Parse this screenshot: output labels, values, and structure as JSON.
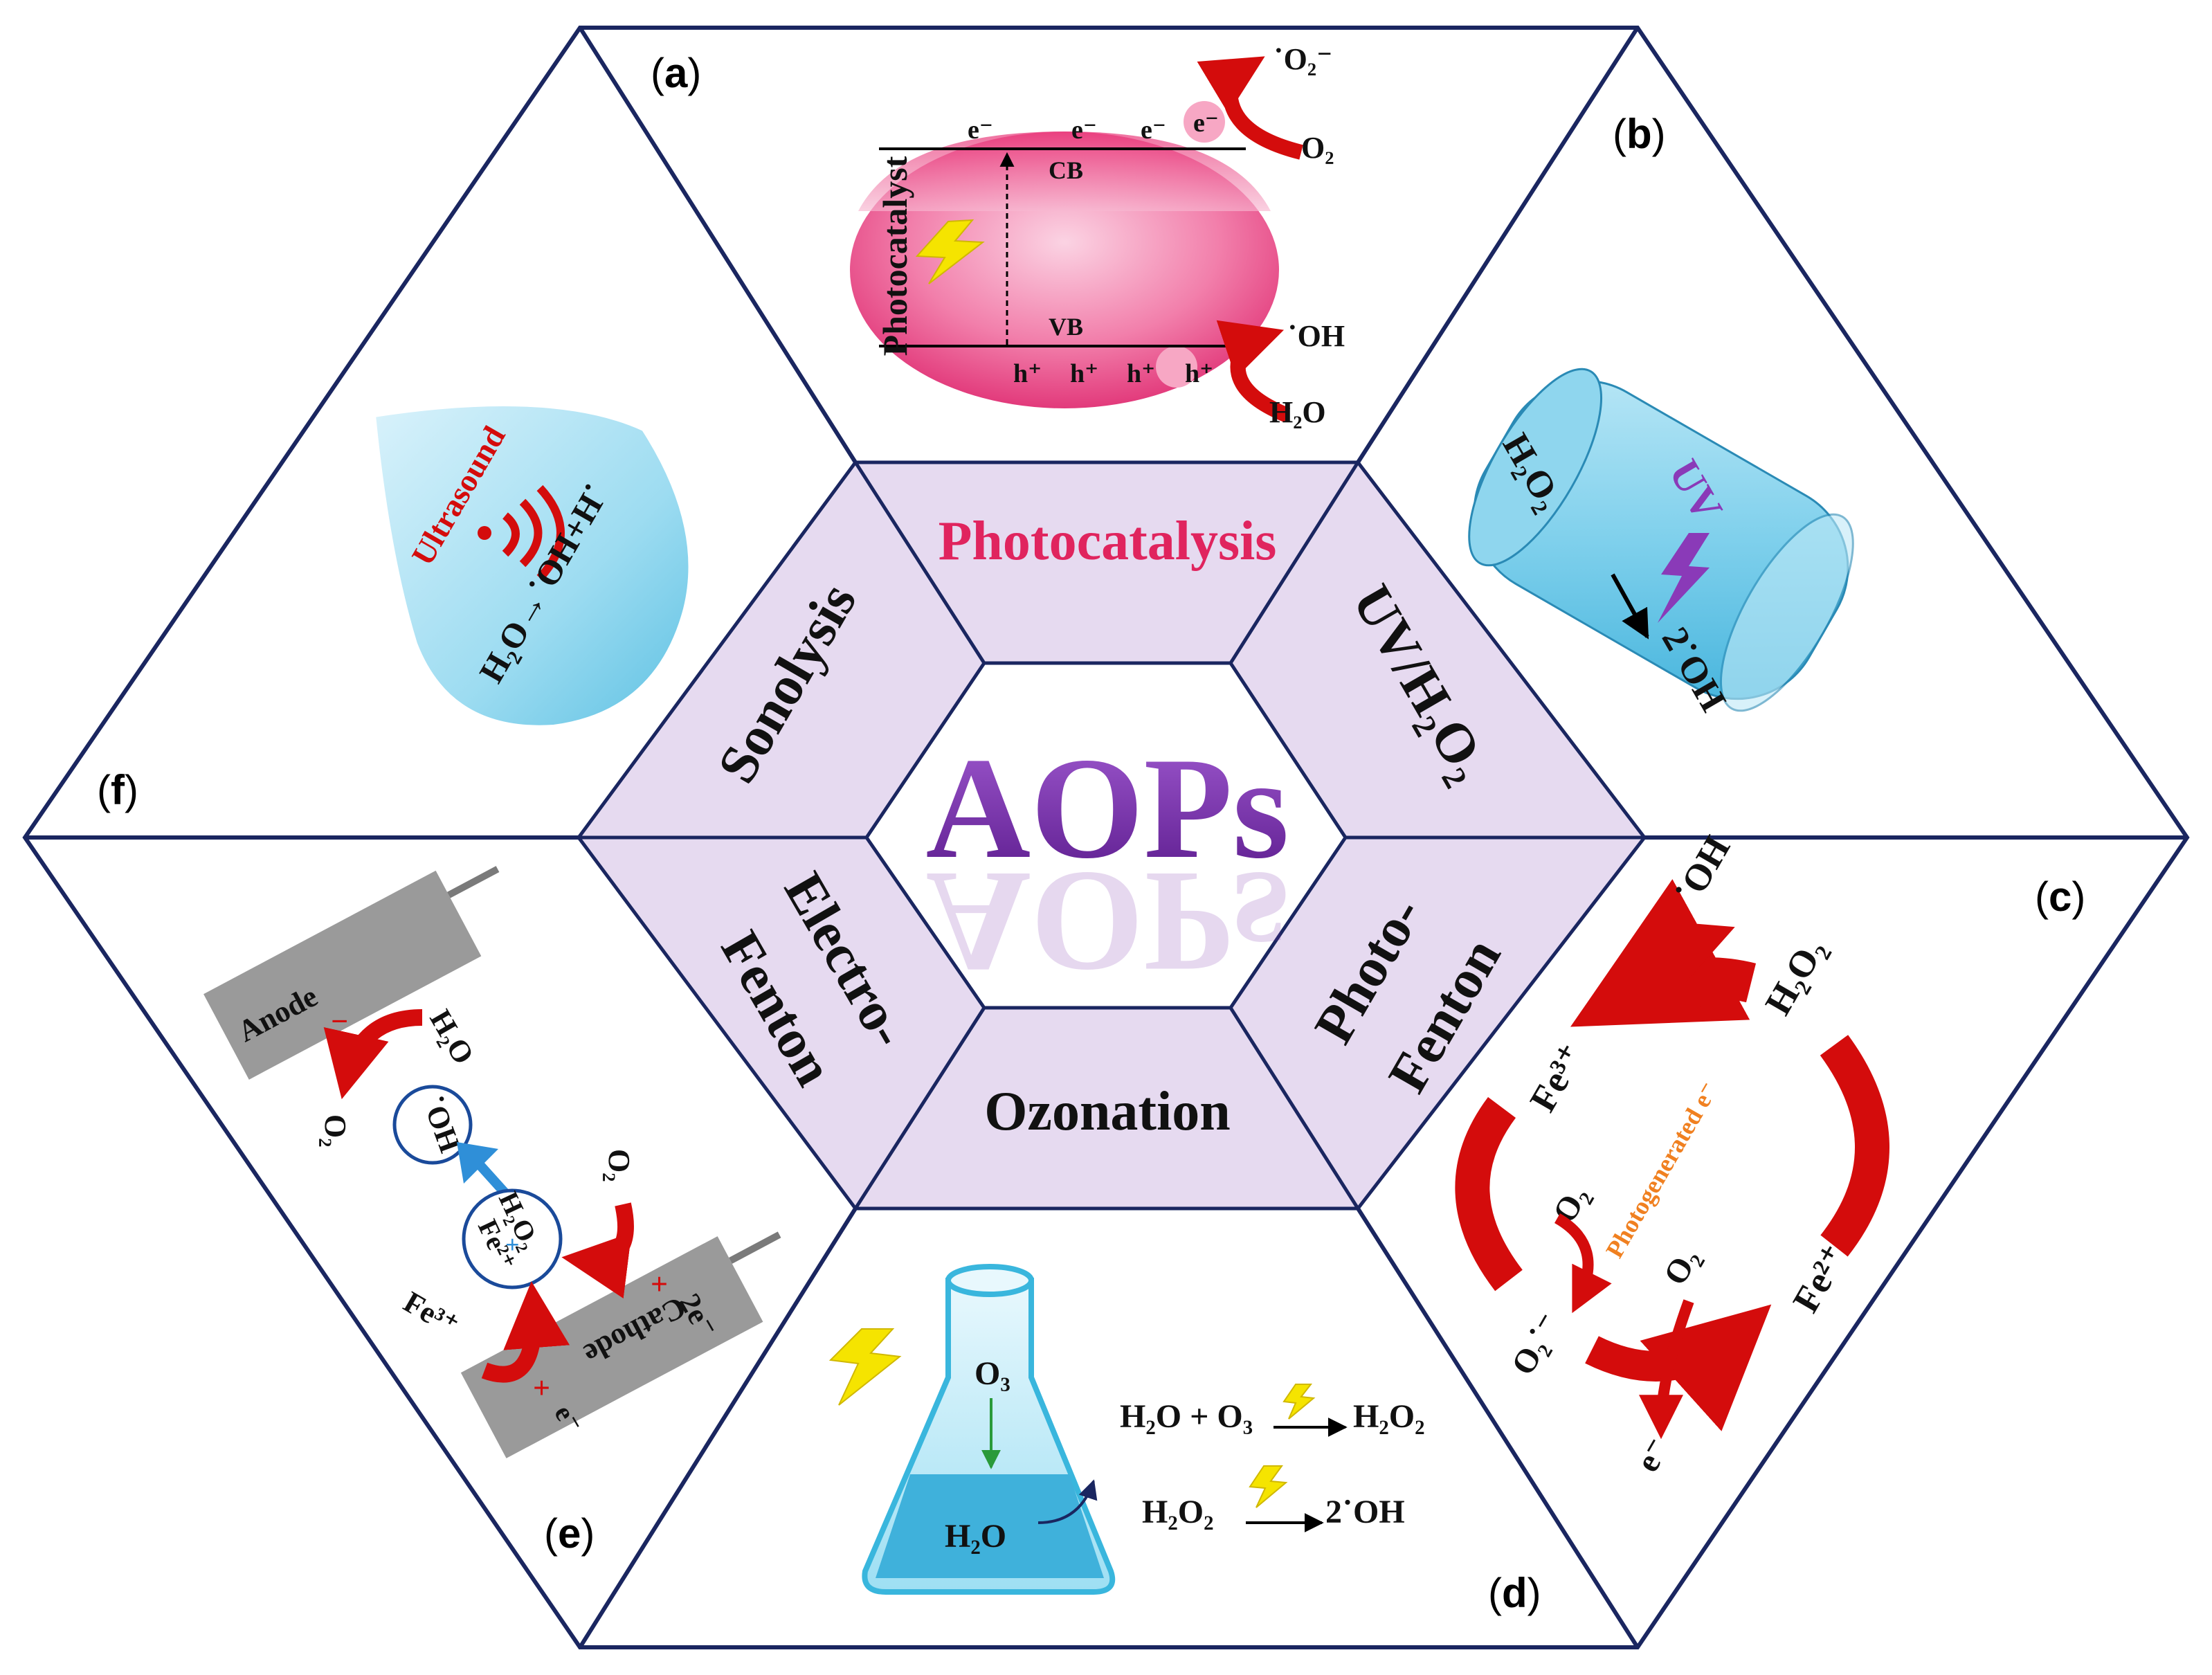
{
  "center": {
    "title": "AOPs",
    "segments": {
      "top": "Photocatalysis",
      "upper_right": "UV/H₂O₂",
      "lower_right_1": "Photo-",
      "lower_right_2": "Fenton",
      "bottom": "Ozonation",
      "lower_left_1": "Electro-",
      "lower_left_2": "Fenton",
      "upper_left": "Sonolysis"
    }
  },
  "panels": {
    "a": {
      "label": "a",
      "side_label": "Photocatalyst",
      "cb": "CB",
      "vb": "VB",
      "electrons": [
        "e⁻",
        "e⁻",
        "e⁻",
        "e⁻"
      ],
      "holes": [
        "h⁺",
        "h⁺",
        "h⁺",
        "h⁺"
      ],
      "superoxide": "˙O₂⁻",
      "oxygen": "O₂",
      "hydroxyl": "˙OH",
      "water": "H₂O"
    },
    "b": {
      "label": "b",
      "uv": "UV",
      "reactant": "H₂O₂",
      "product": "2˙OH"
    },
    "c": {
      "label": "c",
      "hydroxyl": "˙OH",
      "h2o2": "H₂O₂",
      "fe3": "Fe³⁺",
      "fe2": "Fe²⁺",
      "o2_left": "O₂",
      "o2_right": "O₂",
      "superoxide": "O₂˙⁻",
      "electron": "e⁻",
      "photogenerated": "Photogenerated e⁻"
    },
    "d": {
      "label": "d",
      "o3": "O₃",
      "h2o": "H₂O",
      "eq1_left": "H₂O + O₃",
      "eq1_right": "H₂O₂",
      "eq2_left": "H₂O₂",
      "eq2_right": "2˙OH"
    },
    "e": {
      "label": "e",
      "anode": "Anode",
      "cathode": "Cathode",
      "h2o": "H₂O",
      "o2_left": "O₂",
      "oh": "˙OH",
      "h2o2": "H₂O₂",
      "fe2": "Fe²⁺",
      "o2_right": "O₂",
      "two_e": "2e⁻",
      "fe3": "Fe³⁺",
      "anode_e": "e⁻",
      "cathode_e": "e⁻"
    },
    "f": {
      "label": "f",
      "ultrasound": "Ultrasound",
      "equation": "H₂O→˙OH+H˙"
    }
  },
  "colors": {
    "frame": "#1a2660",
    "center_fill": "#e6daf0",
    "center_stroke": "#1a2660",
    "aops": "#7a2fa8",
    "photocatalysis": "#e0245e",
    "red_arrow": "#d40c0c",
    "photocat_pink": "#f06a9a",
    "water_blue": "#6cc7e6",
    "electrode_grey": "#9a9a9a",
    "orange_text": "#f08020",
    "uv_purple": "#8a3ab8"
  }
}
